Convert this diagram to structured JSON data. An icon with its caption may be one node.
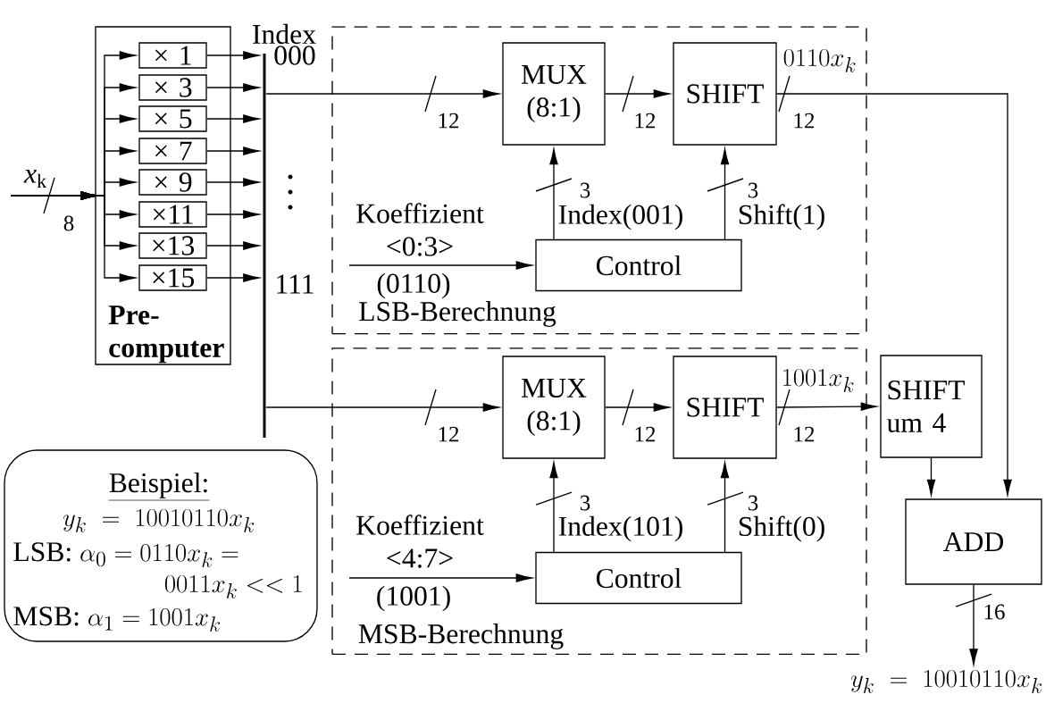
{
  "diagram": {
    "nodes": [
      {
        "text": [
          "Pre- computer"
        ]
      },
      {
        "text": [
          "× 1"
        ],
        "in": 0
      },
      {
        "text": [
          "× 3"
        ],
        "in": 0
      },
      {
        "text": [
          "× 5"
        ],
        "in": 0
      },
      {
        "text": [
          "× 7"
        ],
        "in": 0
      },
      {
        "text": [
          "× 9"
        ],
        "in": 0
      },
      {
        "text": [
          "×11"
        ],
        "in": 0
      },
      {
        "text": [
          "×13"
        ],
        "in": 0
      },
      {
        "text": [
          "×15"
        ],
        "in": 0
      },
      {
        "text": [],
        "shape": "bar",
        "beside": [
          "Index",
          "000",
          "111"
        ]
      },
      {
        "text": [
          "LSB-Berechnung"
        ]
      },
      {
        "text": [
          "MUX (8:1)"
        ],
        "in": 10
      },
      {
        "text": [
          "SHIFT"
        ],
        "in": 10,
        "beside": [
          "0110x_k"
        ]
      },
      {
        "text": [
          "Control"
        ],
        "in": 10
      },
      {
        "text": [
          "MSB-Berechnung"
        ]
      },
      {
        "text": [
          "MUX (8:1)"
        ],
        "in": 14
      },
      {
        "text": [
          "SHIFT"
        ],
        "in": 14,
        "beside": [
          "1001x_k"
        ]
      },
      {
        "text": [
          "Control"
        ],
        "in": 14
      },
      {
        "text": [
          "SHIFT um 4"
        ]
      },
      {
        "text": [
          "ADD"
        ]
      },
      {
        "text": [
          "Beispiel:",
          "y_k \\;=\\; 10010110x_k",
          "\\mbox{LSB: }\\alpha_0 = 0110x_k =",
          "0011x_k << 1",
          "\\mbox{MSB: }\\alpha_1 = 1001x_k"
        ]
      },
      {
        "text": [
          "y_k \\;=\\; 10010110x_k"
        ]
      }
    ],
    "edges": [
      {
        "from": null,
        "to": 1,
        "arrow": "to",
        "label": "*x*$_{k}$"
      },
      {
        "from": null,
        "to": 2,
        "arrow": "to"
      },
      {
        "from": null,
        "to": 3,
        "arrow": "to"
      },
      {
        "from": null,
        "to": 4,
        "arrow": "to"
      },
      {
        "from": null,
        "to": 5,
        "arrow": "to"
      },
      {
        "from": null,
        "to": 6,
        "arrow": "to"
      },
      {
        "from": null,
        "to": 7,
        "arrow": "to"
      },
      {
        "from": null,
        "to": 8,
        "arrow": "to"
      },
      {
        "from": 1,
        "to": 9,
        "arrow": "to"
      },
      {
        "from": 2,
        "to": 9,
        "arrow": "to"
      },
      {
        "from": 3,
        "to": 9,
        "arrow": "to"
      },
      {
        "from": 4,
        "to": 9,
        "arrow": "to"
      },
      {
        "from": 5,
        "to": 9,
        "arrow": "to"
      },
      {
        "from": 6,
        "to": 9,
        "arrow": "to"
      },
      {
        "from": 7,
        "to": 9,
        "arrow": "to"
      },
      {
        "from": 8,
        "to": 9,
        "arrow": "to"
      },
      {
        "from": 9,
        "to": 11,
        "arrow": "to",
        "label": "12"
      },
      {
        "from": 11,
        "to": 12,
        "arrow": "to",
        "label": "12"
      },
      {
        "from": 12,
        "to": 19,
        "arrow": "to",
        "label": "12"
      },
      {
        "from": 13,
        "to": 11,
        "arrow": "to",
        "label": "3"
      },
      {
        "from": 13,
        "to": 12,
        "arrow": "to",
        "label": "3"
      },
      {
        "from": null,
        "to": 13,
        "arrow": "to",
        "label": "Koeffizient <0:3>"
      },
      {
        "from": 9,
        "to": 15,
        "arrow": "to",
        "label": "12"
      },
      {
        "from": 15,
        "to": 16,
        "arrow": "to",
        "label": "12"
      },
      {
        "from": 16,
        "to": 18,
        "arrow": "to",
        "label": "12"
      },
      {
        "from": 17,
        "to": 15,
        "arrow": "to",
        "label": "3"
      },
      {
        "from": 17,
        "to": 16,
        "arrow": "to",
        "label": "3"
      },
      {
        "from": null,
        "to": 17,
        "arrow": "to",
        "label": "Koeffizient <4:7>"
      },
      {
        "from": 18,
        "to": 19,
        "arrow": "to"
      },
      {
        "from": 19,
        "to": 21,
        "arrow": "to",
        "label": "16"
      }
    ],
    "labels": [
      "8",
      "Index(001)",
      "Shift(1)",
      "(0110)",
      "Index(101)",
      "Shift(0)",
      "(1001)"
    ]
  }
}
